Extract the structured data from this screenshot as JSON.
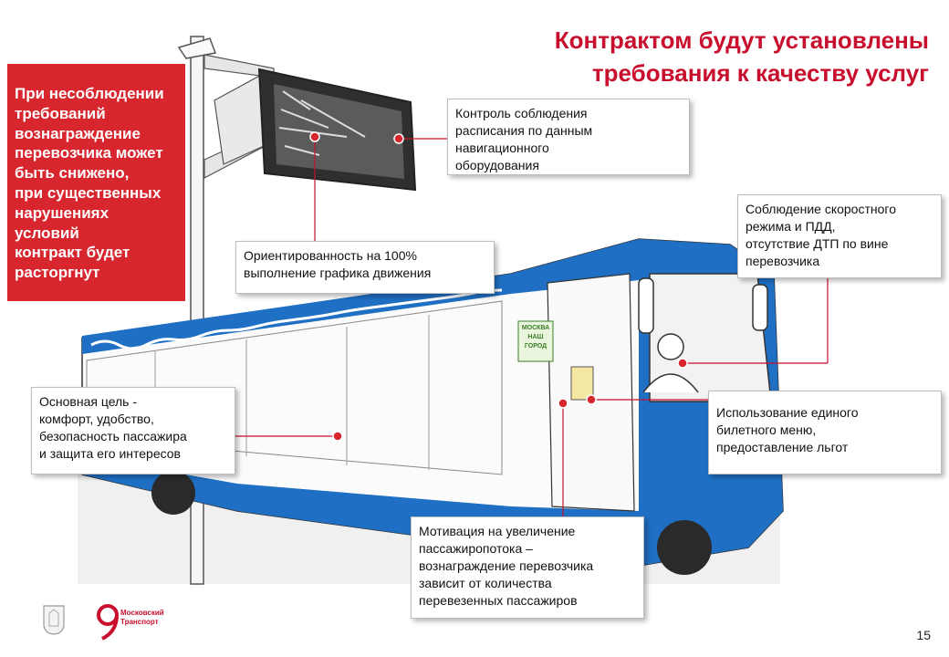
{
  "title": {
    "line1": "Контрактом будут установлены",
    "line2": "требования к качеству услуг"
  },
  "warning_box": {
    "lines": [
      "При несоблюдении",
      "требований",
      "вознаграждение",
      "перевозчика может",
      "быть снижено,",
      "при существенных",
      "нарушениях",
      "условий",
      "контракт будет",
      "расторгнут"
    ]
  },
  "callouts": {
    "schedule_control": [
      "Контроль соблюдения",
      "расписания по данным",
      "навигационного",
      "оборудования"
    ],
    "schedule_100": [
      "Ориентированность на 100%",
      "выполнение графика движения"
    ],
    "speed": [
      "Соблюдение скоростного",
      "режима и ПДД,",
      "отсутствие ДТП по вине",
      "перевозчика"
    ],
    "main_goal": [
      "Основная цель -",
      "комфорт, удобство,",
      "безопасность пассажира",
      "и защита его интересов"
    ],
    "ticket": [
      "Использование единого",
      "билетного меню,",
      "предоставление льгот"
    ],
    "motivation": [
      "Мотивация на увеличение",
      "пассажиропотока –",
      "вознаграждение перевозчика",
      "зависит от количества",
      "перевезенных пассажиров"
    ]
  },
  "bus_sign": [
    "МОСКВА",
    "НАШ",
    "ГОРОД"
  ],
  "logo": [
    "Московский",
    "Транспорт"
  ],
  "page_number": "15",
  "colors": {
    "accent": "#c8102e",
    "bus_blue": "#1f6fc4",
    "marker": "#d7262e"
  }
}
